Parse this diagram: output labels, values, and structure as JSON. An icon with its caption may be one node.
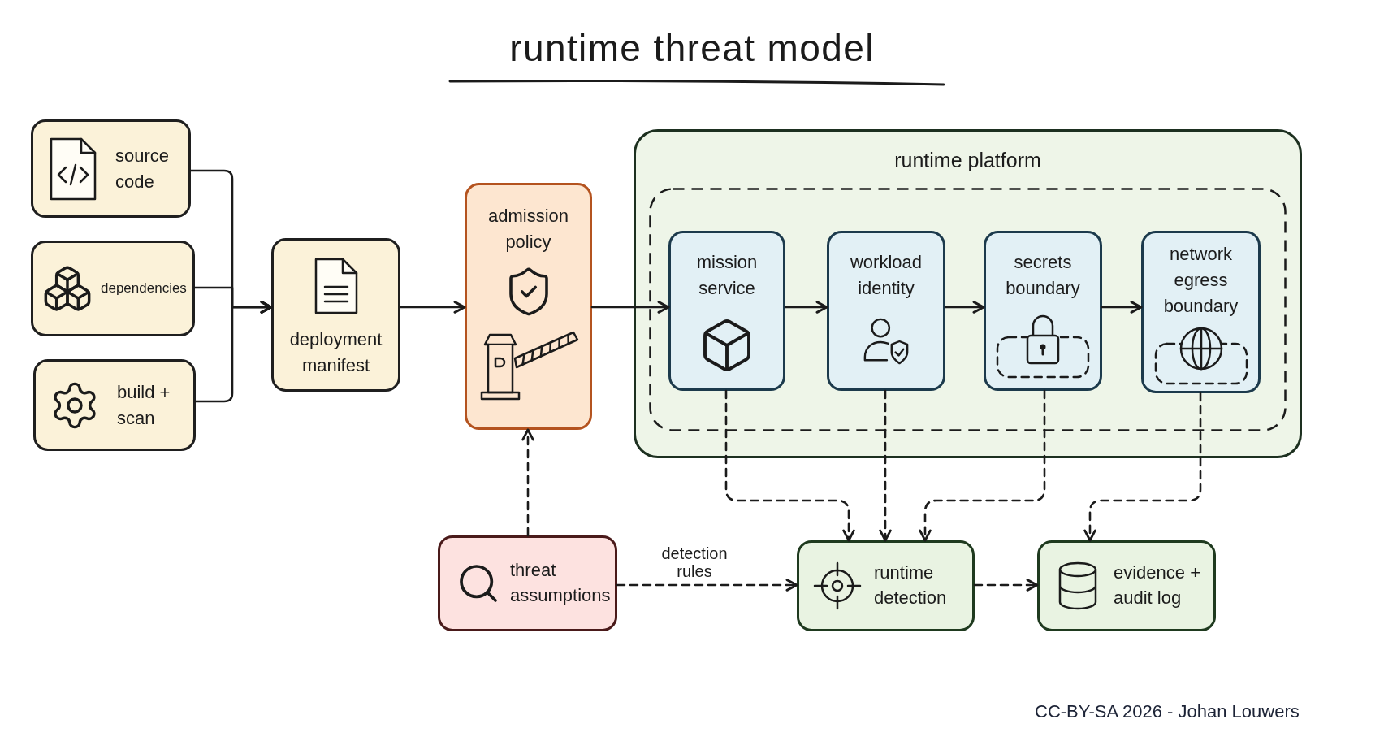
{
  "diagram": {
    "title": "runtime threat model",
    "nodes": [
      {
        "text": [
          "source code"
        ]
      },
      {
        "text": [
          "dependencies"
        ]
      },
      {
        "text": [
          "build + scan"
        ]
      },
      {
        "text": [
          "deployment manifest"
        ]
      },
      {
        "text": [
          "admission policy"
        ]
      },
      {
        "text": [
          "runtime platform"
        ]
      },
      {
        "text": [],
        "shape": "box",
        "in": 5
      },
      {
        "text": [
          "mission service"
        ],
        "in": 6
      },
      {
        "text": [
          "workload identity"
        ],
        "in": 6
      },
      {
        "text": [
          "secrets boundary"
        ],
        "in": 6
      },
      {
        "text": [
          "network egress boundary"
        ],
        "in": 6
      },
      {
        "text": [
          "threat assumptions"
        ]
      },
      {
        "text": [
          "runtime detection"
        ]
      },
      {
        "text": [
          "evidence + audit log"
        ]
      }
    ],
    "edges": [
      {
        "from": 0,
        "to": 3,
        "arrow": "to"
      },
      {
        "from": 1,
        "to": 3,
        "arrow": "to"
      },
      {
        "from": 2,
        "to": 3,
        "arrow": "to"
      },
      {
        "from": 3,
        "to": 4,
        "arrow": "to"
      },
      {
        "from": 4,
        "to": 7,
        "arrow": "to"
      },
      {
        "from": 7,
        "to": 8,
        "arrow": "to"
      },
      {
        "from": 8,
        "to": 9,
        "arrow": "to"
      },
      {
        "from": 9,
        "to": 10,
        "arrow": "to"
      },
      {
        "from": 11,
        "to": 4,
        "arrow": "to",
        "style": "dashed"
      },
      {
        "from": 11,
        "to": 12,
        "arrow": "to",
        "style": "dashed",
        "label": "detection rules"
      },
      {
        "from": 7,
        "to": 12,
        "arrow": "to",
        "style": "dashed"
      },
      {
        "from": 8,
        "to": 12,
        "arrow": "to",
        "style": "dashed"
      },
      {
        "from": 9,
        "to": 12,
        "arrow": "to",
        "style": "dashed"
      },
      {
        "from": 10,
        "to": 13,
        "arrow": "to",
        "style": "dashed"
      },
      {
        "from": 12,
        "to": 13,
        "arrow": "to",
        "style": "dashed"
      }
    ],
    "labels": [
      "CC-BY-SA 2026 - Johan Louwers"
    ]
  }
}
